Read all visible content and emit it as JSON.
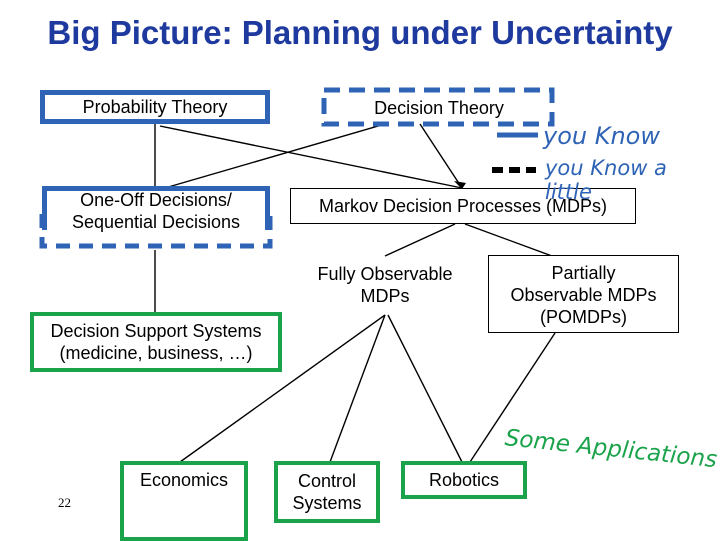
{
  "title": "Big Picture: Planning under Uncertainty",
  "nodes": {
    "probability": "Probability Theory",
    "decision": "Decision Theory",
    "oneoff": "One-Off Decisions/",
    "sequential": "Sequential Decisions",
    "mdp": "Markov Decision Processes (MDPs)",
    "fully_l1": "Fully Observable",
    "fully_l2": "MDPs",
    "partial_l1": "Partially",
    "partial_l2": "Observable MDPs",
    "partial_l3": "(POMDPs)",
    "dss_l1": "Decision Support Systems",
    "dss_l2": "(medicine, business, …)",
    "economics": "Economics",
    "control_l1": "Control",
    "control_l2": "Systems",
    "robotics": "Robotics"
  },
  "legend": {
    "solid_label": "you Know",
    "dashed_label": "you Know a little"
  },
  "annotation": "Some Applications",
  "page_number": "22",
  "colors": {
    "title": "#1f3a9e",
    "know": "#2e63b5",
    "applications": "#1aa34a"
  }
}
